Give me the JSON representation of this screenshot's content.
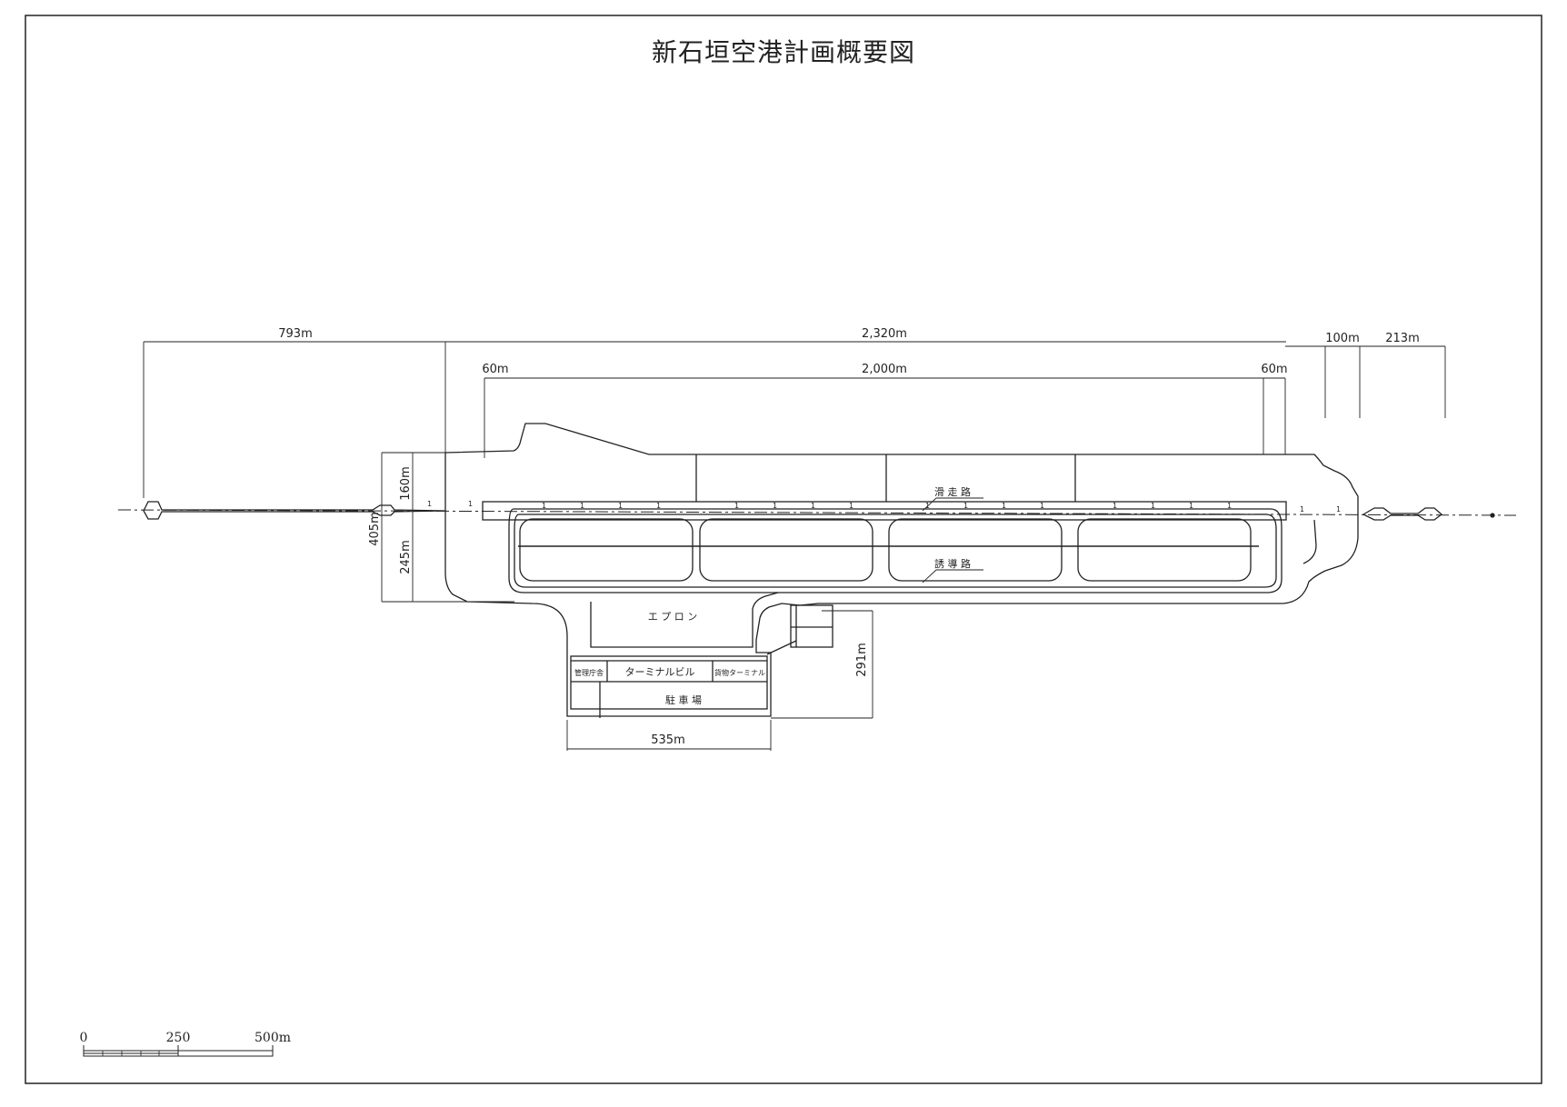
{
  "title": "新石垣空港計画概要図",
  "dimensions": {
    "d793": "793m",
    "d2320": "2,320m",
    "d100": "100m",
    "d213": "213m",
    "d60_left": "60m",
    "d2000": "2,000m",
    "d60_right": "60m",
    "d160": "160m",
    "d405": "405m",
    "d245": "245m",
    "d291": "291m",
    "d535": "535m"
  },
  "labels": {
    "runway": "滑 走 路",
    "taxiway": "誘 導 路",
    "apron": "エ プ ロ ン",
    "admin": "管理庁舎",
    "terminal": "ターミナルビル",
    "cargo": "貨物ターミナル",
    "parking": "駐 車 場"
  },
  "scale": {
    "t0": "0",
    "t250": "250",
    "t500": "500m"
  }
}
